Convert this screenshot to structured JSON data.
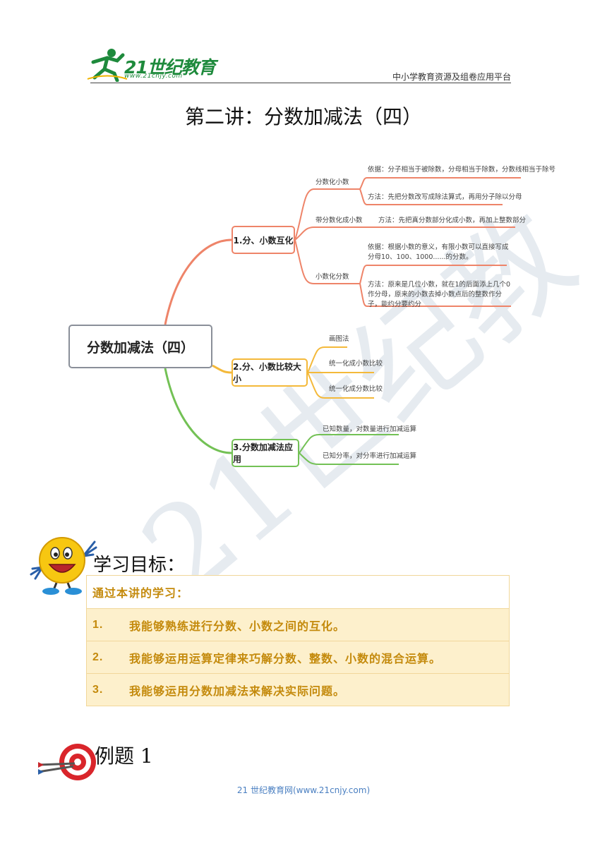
{
  "header": {
    "logo_text": "21世纪教育",
    "logo_url": "www.21cnjy.com",
    "platform": "中小学教育资源及组卷应用平台"
  },
  "title": "第二讲：分数加减法（四）",
  "mindmap": {
    "root": "分数加减法（四）",
    "branch1": {
      "label": "1.分、小数互化",
      "sub1": "分数化小数",
      "sub1_basis": "依据：分子相当于被除数，分母相当于除数，分数线相当于除号",
      "sub1_method": "方法：先把分数改写成除法算式，再用分子除以分母",
      "sub2": "带分数化成小数",
      "sub2_method": "方法：先把真分数部分化成小数，再加上整数部分",
      "sub3": "小数化分数",
      "sub3_basis": "依据：根据小数的意义，有限小数可以直接写成分母10、100、1000......的分数。",
      "sub3_method": "方法：原来是几位小数，就在1的后面添上几个0作分母，原来的小数去掉小数点后的整数作分子，能约分要约分"
    },
    "branch2": {
      "label": "2.分、小数比较大小",
      "items": [
        "画图法",
        "统一化成小数比较",
        "统一化成分数比较"
      ]
    },
    "branch3": {
      "label": "3.分数加减法应用",
      "items": [
        "已知数量，对数量进行加减运算",
        "已知分率，对分率进行加减运算"
      ]
    }
  },
  "watermark": "21世纪教",
  "goals": {
    "heading": "学习目标：",
    "intro": "通过本讲的学习：",
    "items": [
      {
        "num": "1.",
        "text": "我能够熟练进行分数、小数之间的互化。"
      },
      {
        "num": "2.",
        "text": "我能够运用运算定律来巧解分数、整数、小数的混合运算。"
      },
      {
        "num": "3.",
        "text": "我能够运用分数加减法来解决实际问题。"
      }
    ]
  },
  "example_heading": "例题 1",
  "footer": "21 世纪教育网(www.21cnjy.com)",
  "colors": {
    "branch1": "#ee8469",
    "branch2": "#f4b93a",
    "branch3": "#73c155",
    "goal_text": "#c48a0c",
    "goal_fill": "#fdf0cc",
    "logo_green": "#1e8a3c"
  }
}
